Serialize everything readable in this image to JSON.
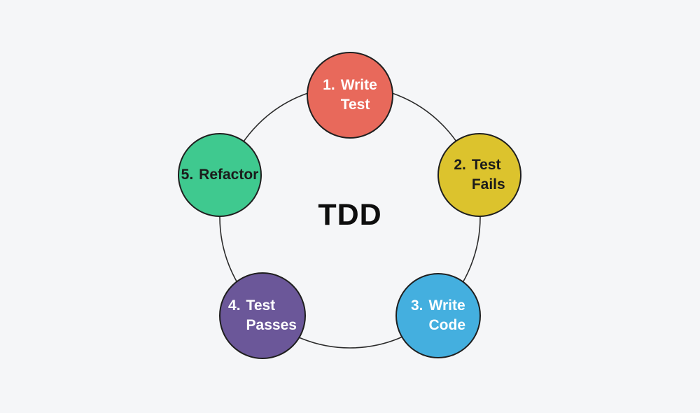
{
  "background": "#F5F6F8",
  "center": {
    "label": "TDD",
    "color": "#0E0E0E"
  },
  "ring": {
    "stroke": "#2B2B2B"
  },
  "nodes": [
    {
      "id": "write-test",
      "number": "1.",
      "label": "Write\nTest",
      "fill": "#E8695B",
      "text_color": "#FFFFFF"
    },
    {
      "id": "test-fails",
      "number": "2.",
      "label": "Test\nFails",
      "fill": "#DCC32D",
      "text_color": "#1B1B1B"
    },
    {
      "id": "write-code",
      "number": "3.",
      "label": "Write\nCode",
      "fill": "#44AFDF",
      "text_color": "#FFFFFF"
    },
    {
      "id": "test-passes",
      "number": "4.",
      "label": "Test\nPasses",
      "fill": "#6B5799",
      "text_color": "#FFFFFF"
    },
    {
      "id": "refactor",
      "number": "5.",
      "label": "Refactor",
      "fill": "#3FC98F",
      "text_color": "#1B1B1B"
    }
  ]
}
